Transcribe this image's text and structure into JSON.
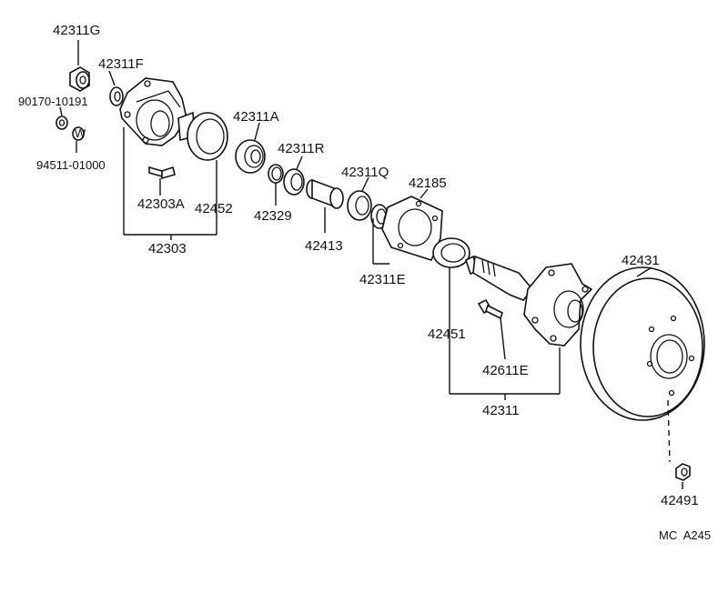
{
  "parts": {
    "p42311G": "42311G",
    "p42311F": "42311F",
    "p90170": "90170-10191",
    "p94511": "94511-01000",
    "p42311A": "42311A",
    "p42311R": "42311R",
    "p42311Q": "42311Q",
    "p42185": "42185",
    "p42303A": "42303A",
    "p42452": "42452",
    "p42329": "42329",
    "p42413": "42413",
    "p42303": "42303",
    "p42311E": "42311E",
    "p42431": "42431",
    "p42451": "42451",
    "p42611E": "42611E",
    "p42311": "42311",
    "p42491": "42491"
  },
  "footer": {
    "code": "MC  A245"
  }
}
